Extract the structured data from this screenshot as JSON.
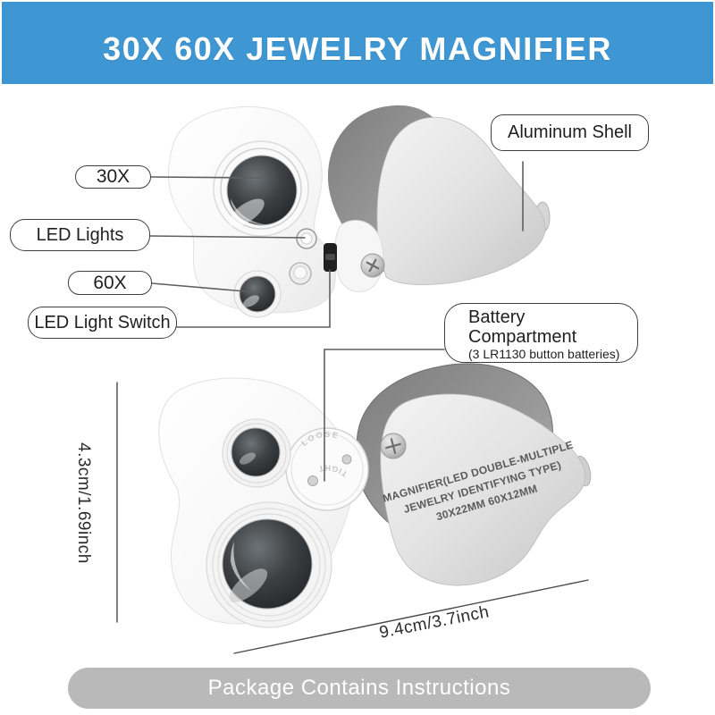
{
  "colors": {
    "banner_bg": "#3E96D2",
    "banner_text": "#FFFFFF",
    "footer_bg": "#B9B9B9",
    "footer_text": "#FFFFFF",
    "callout_border": "#3F3F3F"
  },
  "banner": {
    "title": "30X 60X JEWELRY MAGNIFIER"
  },
  "callouts": {
    "mag30": {
      "label": "30X"
    },
    "led_lights": {
      "label": "LED Lights"
    },
    "mag60": {
      "label": "60X"
    },
    "led_switch": {
      "label": "LED Light Switch"
    },
    "aluminum_shell": {
      "label": "Aluminum Shell"
    },
    "battery": {
      "title": "Battery Compartment",
      "subtitle": "(3 LR1130 button batteries)"
    }
  },
  "product": {
    "engraving": {
      "line1": "MAGNIFIER(LED DOUBLE-MULTIPLE",
      "line2": "JEWELRY IDENTIFYING TYPE)",
      "line3": "30X22MM 60X12MM"
    },
    "battery_door": {
      "top_text": "LOOSE",
      "bottom_text": "TIGHT"
    }
  },
  "dimensions": {
    "height_label": "4.3cm/1.69inch",
    "width_label": "9.4cm/3.7inch"
  },
  "footer": {
    "label": "Package Contains Instructions"
  }
}
